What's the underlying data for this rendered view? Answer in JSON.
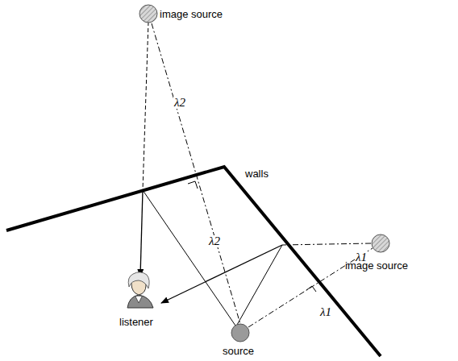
{
  "diagram": {
    "labels": [
      "image source",
      "walls",
      "image source",
      "listener",
      "source",
      "λ2",
      "λ2",
      "λ1",
      "λ1"
    ]
  }
}
